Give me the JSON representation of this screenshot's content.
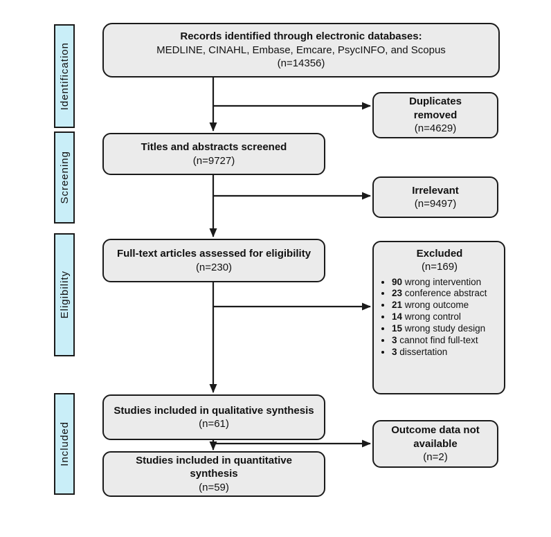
{
  "stages": [
    {
      "label": "Identification"
    },
    {
      "label": "Screening"
    },
    {
      "label": "Eligibility"
    },
    {
      "label": "Included"
    }
  ],
  "boxes": {
    "records": {
      "title": "Records identified through electronic databases:",
      "subtitle": "MEDLINE, CINAHL, Embase, Emcare, PsycINFO, and Scopus",
      "count": "(n=14356)"
    },
    "duplicates": {
      "title": "Duplicates removed",
      "count": "(n=4629)"
    },
    "titles_screened": {
      "title": "Titles and abstracts screened",
      "count": "(n=9727)"
    },
    "irrelevant": {
      "title": "Irrelevant",
      "count": "(n=9497)"
    },
    "fulltext": {
      "title": "Full-text articles assessed for eligibility",
      "count": "(n=230)"
    },
    "excluded": {
      "title": "Excluded",
      "count": "(n=169)",
      "items": [
        {
          "num": "90",
          "label": "wrong intervention"
        },
        {
          "num": "23",
          "label": "conference abstract"
        },
        {
          "num": "21",
          "label": "wrong outcome"
        },
        {
          "num": "14",
          "label": "wrong control"
        },
        {
          "num": "15",
          "label": "wrong study design"
        },
        {
          "num": "3",
          "label": "cannot find full-text"
        },
        {
          "num": "3",
          "label": "dissertation"
        }
      ]
    },
    "qualitative": {
      "title": "Studies included in qualitative synthesis",
      "count": "(n=61)"
    },
    "outcome_na": {
      "title": "Outcome data not available",
      "count": "(n=2)"
    },
    "quantitative": {
      "title": "Studies included in quantitative synthesis",
      "count": "(n=59)"
    }
  },
  "colors": {
    "box_fill": "#ebebeb",
    "box_border": "#1a1a1a",
    "stage_fill": "#c9eef8",
    "arrow": "#1a1a1a",
    "background": "#ffffff"
  }
}
